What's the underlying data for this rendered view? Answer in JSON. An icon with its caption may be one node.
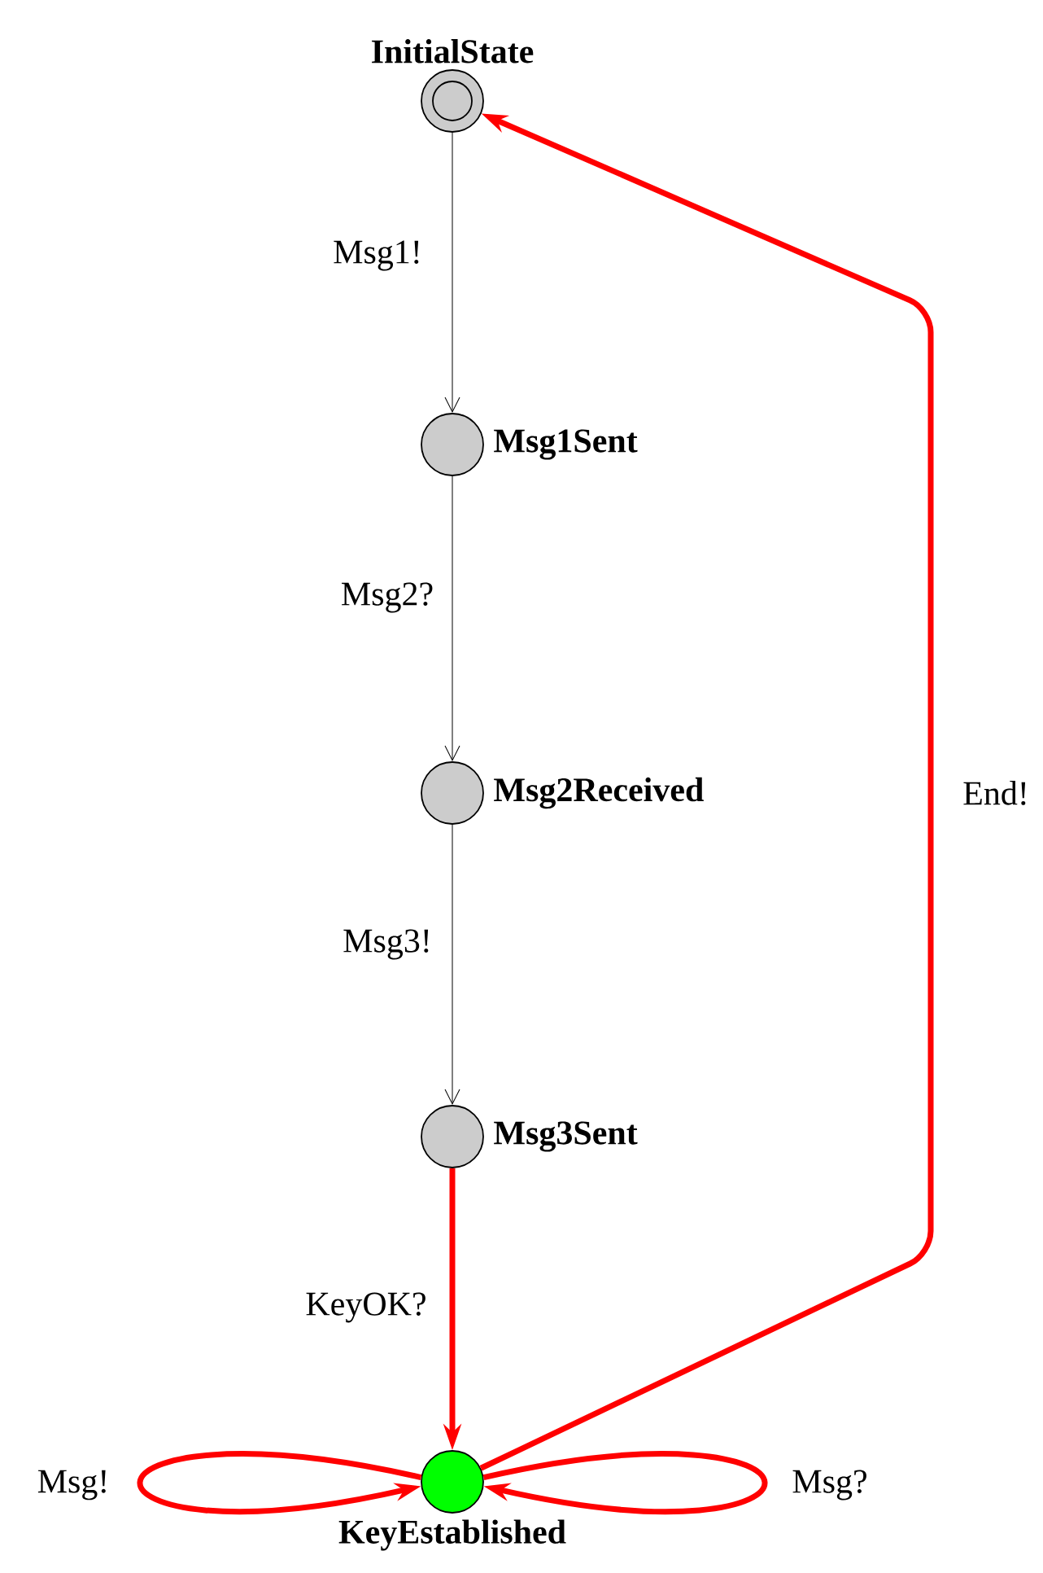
{
  "diagram": {
    "nodes": [
      {
        "text": [
          "InitialState"
        ]
      },
      {
        "text": [
          "Msg1Sent"
        ]
      },
      {
        "text": [
          "Msg2Received"
        ]
      },
      {
        "text": [
          "Msg3Sent"
        ]
      },
      {
        "text": [
          "KeyEstablished"
        ]
      }
    ],
    "edges": [
      {
        "from": 0,
        "to": 1,
        "arrow": "to",
        "label": "Msg1!",
        "color": "#000000"
      },
      {
        "from": 1,
        "to": 2,
        "arrow": "to",
        "label": "Msg2?",
        "color": "#000000"
      },
      {
        "from": 2,
        "to": 3,
        "arrow": "to",
        "label": "Msg3!",
        "color": "#000000"
      },
      {
        "from": 3,
        "to": 4,
        "arrow": "to",
        "label": "KeyOK?"
      },
      {
        "from": 4,
        "to": 0,
        "arrow": "to",
        "label": "End!"
      },
      {
        "from": 4,
        "to": 4,
        "arrow": "to",
        "label": "Msg!"
      },
      {
        "from": 4,
        "to": 4,
        "arrow": "to",
        "label": "Msg?"
      }
    ]
  }
}
